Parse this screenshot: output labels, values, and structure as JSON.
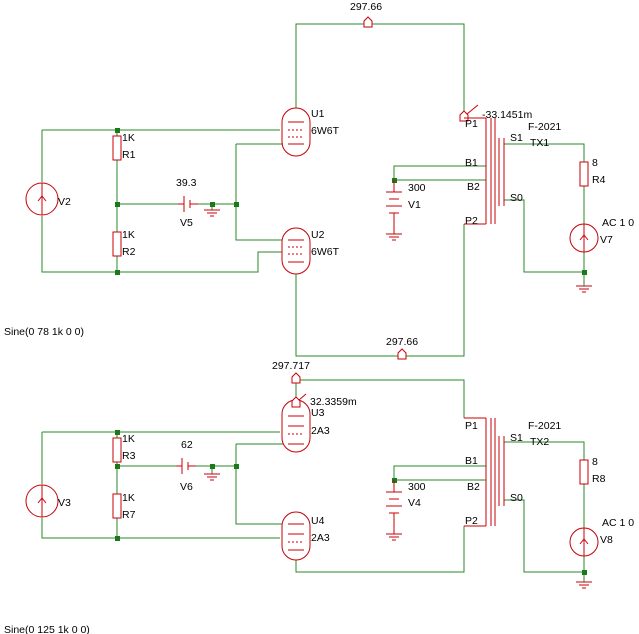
{
  "colors": {
    "wire": "#2a8a2a",
    "component": "#c8000a",
    "node": "#1a7a1a",
    "text": "#000000",
    "background": "#ffffff"
  },
  "circuit1": {
    "probe_top": "297.66",
    "probe_bottom": "297.66",
    "probe_p1": "-33.1451m",
    "u1_ref": "U1",
    "u1_type": "6W6T",
    "u2_ref": "U2",
    "u2_type": "6W6T",
    "r1_val": "1K",
    "r1_ref": "R1",
    "r2_val": "1K",
    "r2_ref": "R2",
    "v5_val": "39.3",
    "v5_ref": "V5",
    "v2_ref": "V2",
    "v2_spec": "Sine(0 78 1k 0 0)",
    "v1_val": "300",
    "v1_ref": "V1",
    "tx_model": "F-2021",
    "tx_ref": "TX1",
    "pin_p1": "P1",
    "pin_p2": "P2",
    "pin_b1": "B1",
    "pin_b2": "B2",
    "pin_s1": "S1",
    "pin_s0": "S0",
    "r4_val": "8",
    "r4_ref": "R4",
    "v7_val": "AC 1 0",
    "v7_ref": "V7"
  },
  "circuit2": {
    "probe_top": "297.717",
    "probe_bottom": "32.3359m",
    "u3_ref": "U3",
    "u3_type": "2A3",
    "u4_ref": "U4",
    "u4_type": "2A3",
    "r3_val": "1K",
    "r3_ref": "R3",
    "r7_val": "1K",
    "r7_ref": "R7",
    "v6_val": "62",
    "v6_ref": "V6",
    "v3_ref": "V3",
    "v3_spec": "Sine(0 125 1k 0 0)",
    "v4_val": "300",
    "v4_ref": "V4",
    "tx_model": "F-2021",
    "tx_ref": "TX2",
    "pin_p1": "P1",
    "pin_p2": "P2",
    "pin_b1": "B1",
    "pin_b2": "B2",
    "pin_s1": "S1",
    "pin_s0": "S0",
    "r8_val": "8",
    "r8_ref": "R8",
    "v8_val": "AC 1 0",
    "v8_ref": "V8"
  }
}
